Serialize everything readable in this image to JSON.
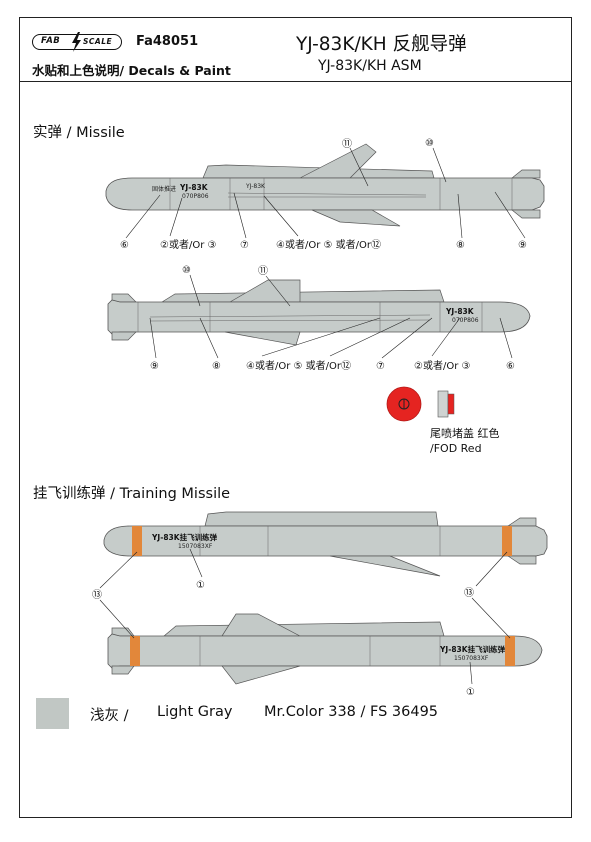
{
  "header": {
    "logo_left": "FAB",
    "logo_right": "SCALE",
    "code": "Fa48051",
    "subtitle": "水贴和上色说明/ Decals & Paint",
    "title": "YJ-83K/KH 反舰导弹",
    "title_en": "YJ-83K/KH ASM"
  },
  "sections": {
    "missile": "实弹 / Missile",
    "training": "挂飞训练弹 / Training Missile"
  },
  "missile_top": {
    "markings": {
      "name": "YJ-83K",
      "serial": "070P806",
      "small1": "固体推进",
      "small2": "YJ-83K"
    },
    "callouts_above": [
      "⑪",
      "⑩"
    ],
    "labels_below": {
      "c6": "⑥",
      "c2": "②或者/Or ③",
      "c7": "⑦",
      "c4": "④或者/Or ⑤ 或者/Or⑫",
      "c8": "⑧",
      "c9": "⑨"
    }
  },
  "missile_bottom": {
    "markings": {
      "name": "YJ-83K",
      "serial": "070P806"
    },
    "callouts_above": [
      "⑩",
      "⑪"
    ],
    "labels_below": {
      "c9": "⑨",
      "c8": "⑧",
      "c4": "④或者/Or ⑤ 或者/Or⑫",
      "c7": "⑦",
      "c2": "②或者/Or ③",
      "c6": "⑥"
    }
  },
  "fod": {
    "label": "尾喷堵盖 红色",
    "label_en": "/FOD Red",
    "color": "#e52421"
  },
  "training_top": {
    "text": "YJ-83K挂飞训练弹",
    "serial": "1507083XF",
    "c1": "①",
    "c13": "⑬"
  },
  "training_bottom": {
    "text": "YJ-83K挂飞训练弹",
    "serial": "1507083XF",
    "c1": "①",
    "c13": "⑬"
  },
  "paint": {
    "label_cn": "浅灰 /",
    "label_en": "Light Gray",
    "ref": "Mr.Color 338 / FS 36495",
    "color": "#c1c7c4"
  },
  "colors": {
    "body": "#c6ccca",
    "outline": "#555555",
    "orange": "#e2873a",
    "red": "#e52421"
  }
}
